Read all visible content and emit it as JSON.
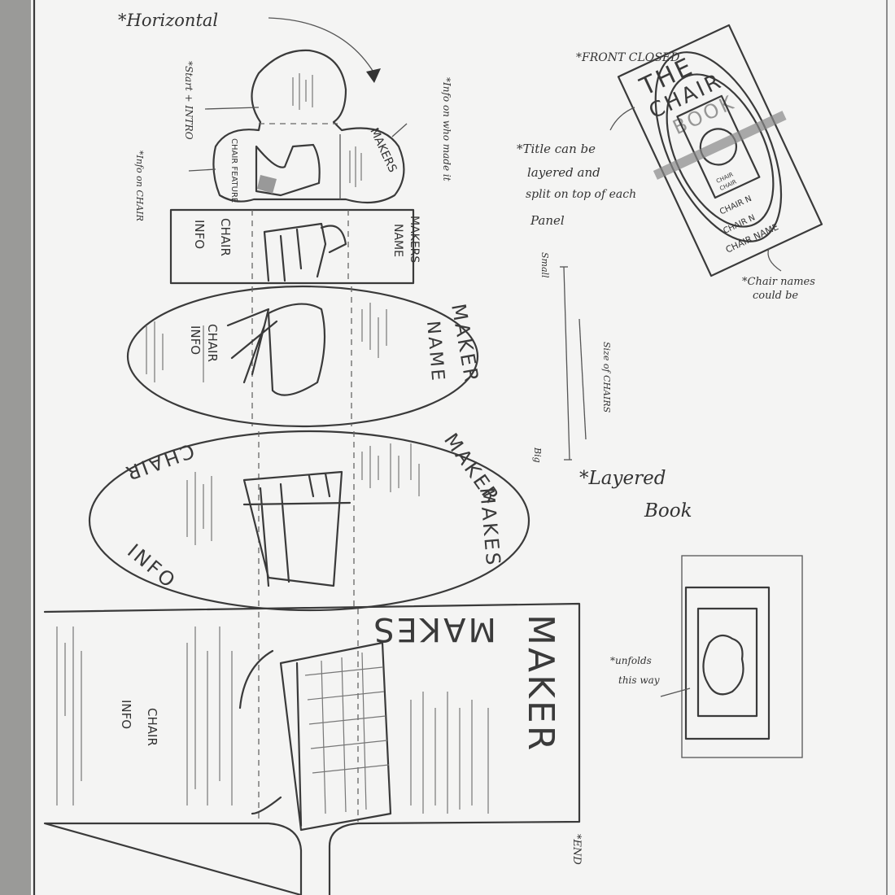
{
  "notes": {
    "horizontal": "*Horizontal",
    "start_intro": "*Start + INTRO",
    "info_on_chair": "*Info on CHAIR",
    "info_on_maker": "*Info on who made it",
    "front_closed": "*FRONT CLOSED",
    "title_layered": [
      "*Title can be",
      "layered and",
      "split on top of each",
      "Panel"
    ],
    "chair_names": [
      "*Chair names",
      "could be"
    ],
    "size_small": "Small",
    "size_big": "Big",
    "size_of_chairs": "Size of CHAIRS",
    "layered_book": [
      "*Layered",
      "Book"
    ],
    "unfolds": [
      "*unfolds",
      "this way"
    ],
    "end": "*END"
  },
  "panels": {
    "top": {
      "left": "CHAIR FEATURE",
      "right": "MAKERS"
    },
    "panel2": {
      "left": [
        "CHAIR",
        "INFO"
      ],
      "right": [
        "MAKERS",
        "NAME"
      ]
    },
    "panel3": {
      "left": [
        "CHAIR",
        "INFO"
      ],
      "right": [
        "MAKER",
        "NAME"
      ]
    },
    "panel4": {
      "left": [
        "CHAIR",
        "INFO"
      ],
      "right": [
        "MAKER",
        "MAKES"
      ]
    },
    "panel5": {
      "left": [
        "CHAIR",
        "INFO"
      ],
      "right": [
        "MAKER",
        "MAKES"
      ]
    }
  },
  "cover": {
    "title": [
      "THE",
      "CHAIR",
      "BOOK"
    ],
    "names": [
      "CHAIR",
      "CHAIR",
      "CHAIR N",
      "CHAIR N",
      "CHAIR NAME"
    ]
  }
}
